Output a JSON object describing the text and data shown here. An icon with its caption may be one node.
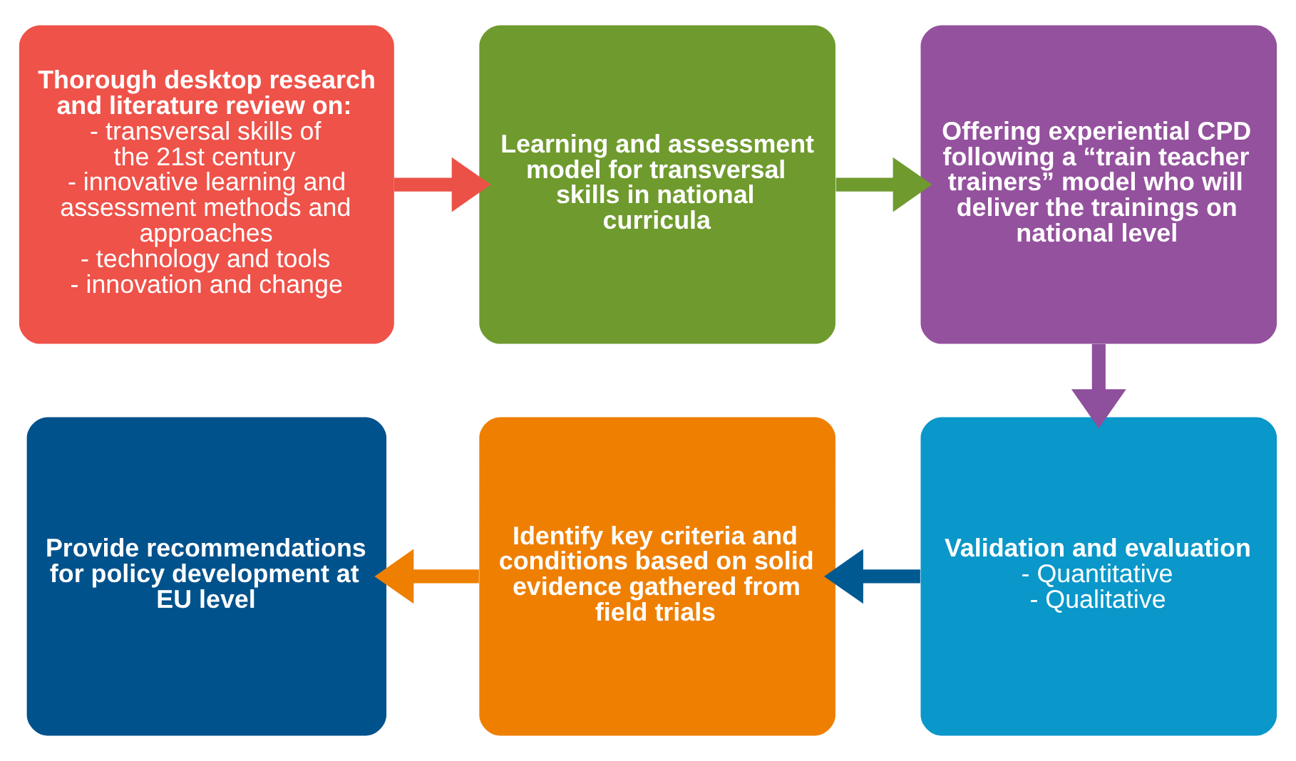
{
  "diagram": {
    "nodes": [
      {
        "text": [
          "Thorough desktop research and literature review on:",
          "- transversal skills of the 21st century",
          "- innovative learning and assessment methods and approaches",
          "- technology and tools",
          "- innovation and change"
        ]
      },
      {
        "text": [
          "Learning and assessment model for transversal skills in national curricula"
        ]
      },
      {
        "text": [
          "Offering experiential CPD following a “train teacher trainers” model who will deliver the trainings on national level"
        ]
      },
      {
        "text": [
          "Validation and evaluation",
          "- Quantitative",
          "- Qualitative"
        ]
      },
      {
        "text": [
          "Identify key criteria and conditions based on solid evidence gathered from field trials"
        ]
      },
      {
        "text": [
          "Provide recommendations for policy development at EU level"
        ]
      }
    ],
    "edges": [
      {
        "from": 0,
        "to": 1,
        "arrow": "to",
        "color": "#eb5146"
      },
      {
        "from": 1,
        "to": 2,
        "arrow": "to",
        "color": "#6f9a2e"
      },
      {
        "from": 2,
        "to": 3,
        "arrow": "to",
        "color": "#8e4f9c"
      },
      {
        "from": 3,
        "to": 4,
        "arrow": "to",
        "color": "#005a92"
      },
      {
        "from": 4,
        "to": 5,
        "arrow": "to",
        "color": "#ee7f00"
      }
    ]
  }
}
